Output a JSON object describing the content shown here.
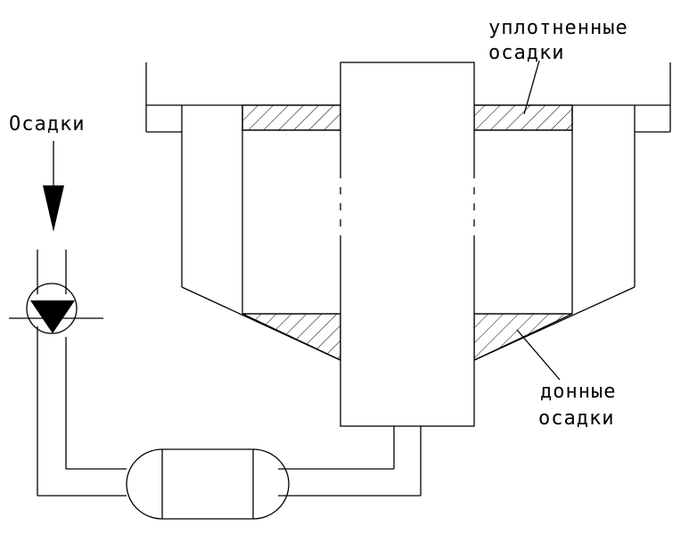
{
  "labels": {
    "sludge_in": "Осадки",
    "compacted_line1": "уплотненные",
    "compacted_line2": "осадки",
    "bottom_line1": "донные",
    "bottom_line2": "осадки"
  },
  "colors": {
    "stroke": "#000000",
    "background": "#ffffff"
  }
}
